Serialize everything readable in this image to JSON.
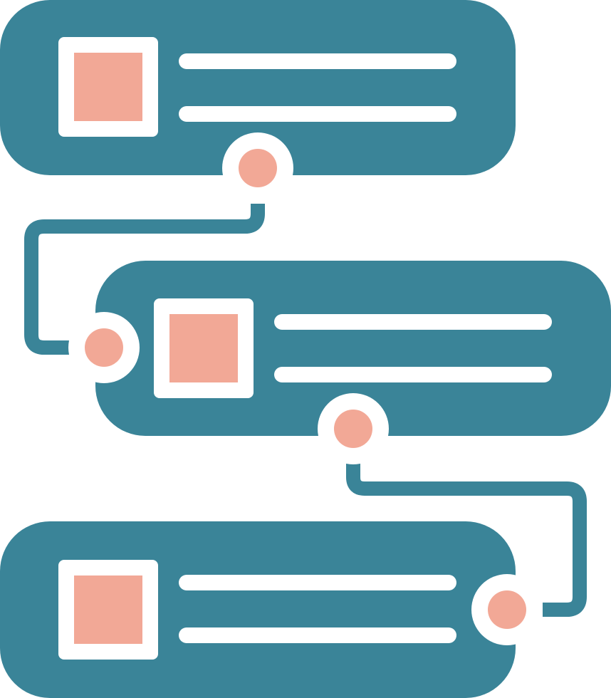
{
  "icon": {
    "name": "workflow-timeline-icon",
    "colors": {
      "card": "#3a8498",
      "accent": "#f2a896",
      "background": "#ffffff"
    },
    "cards": [
      {
        "name": "card-top",
        "lines": 2,
        "thumbnail": "square"
      },
      {
        "name": "card-middle",
        "lines": 2,
        "thumbnail": "square"
      },
      {
        "name": "card-bottom",
        "lines": 2,
        "thumbnail": "square"
      }
    ],
    "connectors": [
      {
        "name": "connector-top-to-middle",
        "from": "card-top",
        "to": "card-middle"
      },
      {
        "name": "connector-middle-to-bottom",
        "from": "card-middle",
        "to": "card-bottom"
      }
    ],
    "nodes": [
      {
        "name": "node-top-bottom-edge"
      },
      {
        "name": "node-middle-left-edge"
      },
      {
        "name": "node-middle-bottom-edge"
      },
      {
        "name": "node-bottom-right-edge"
      }
    ]
  }
}
